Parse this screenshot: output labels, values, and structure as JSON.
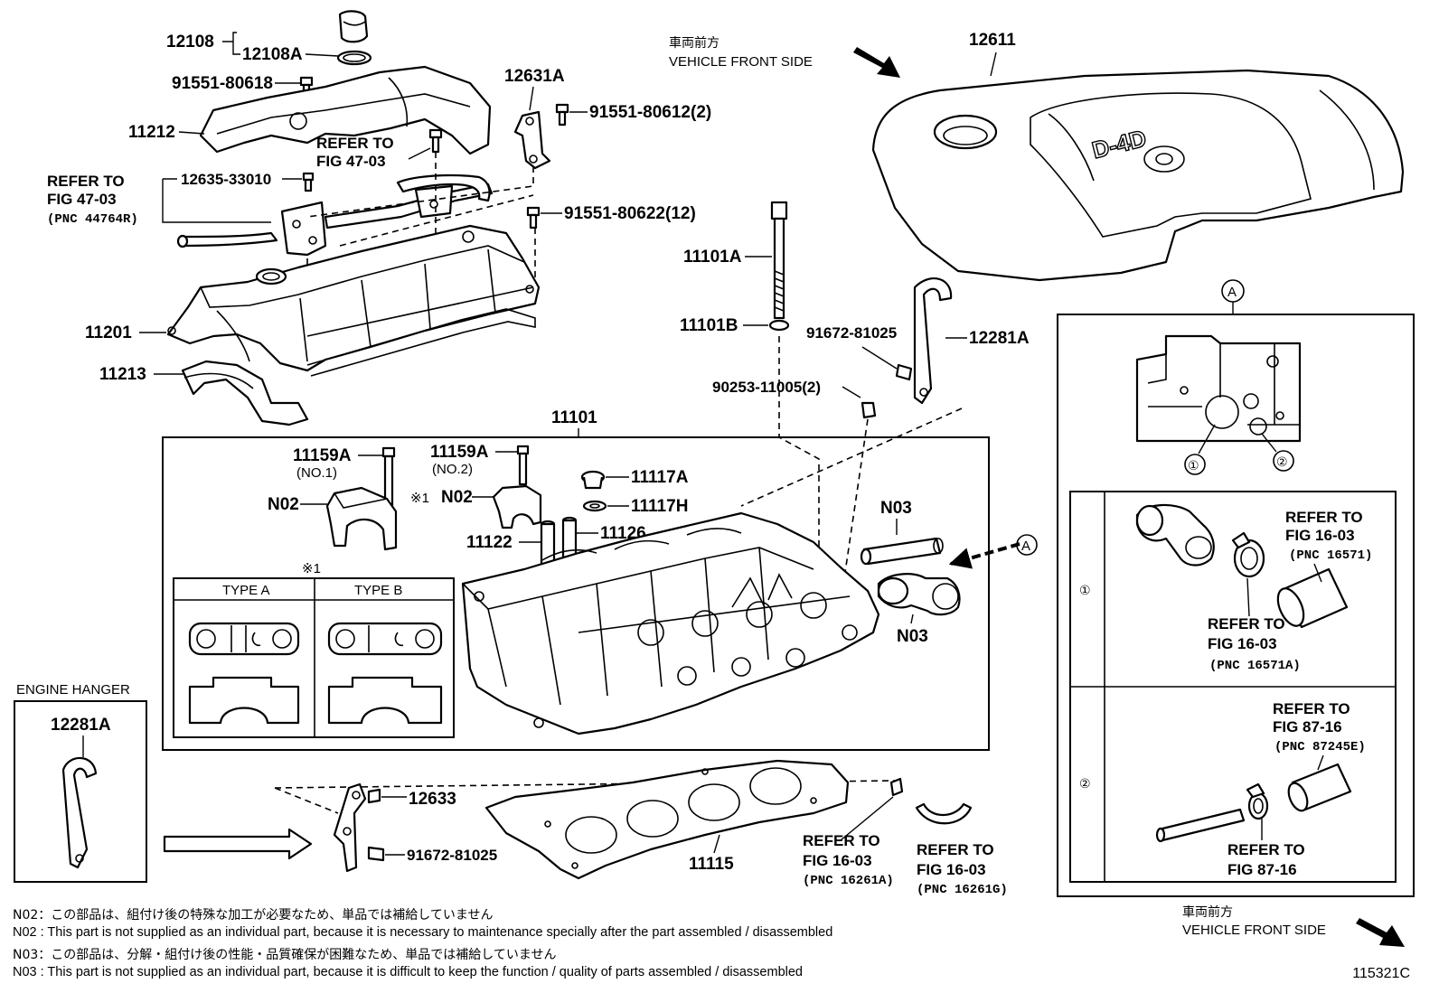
{
  "vehicle_front_top": {
    "jp": "車両前方",
    "en": "VEHICLE FRONT SIDE"
  },
  "vehicle_front_bottom": {
    "jp": "車両前方",
    "en": "VEHICLE FRONT SIDE"
  },
  "cover_logo": "D-4D",
  "parts": {
    "p12108": "12108",
    "p12108A": "12108A",
    "p91551_80618": "91551-80618",
    "p12631A": "12631A",
    "p91551_80612": "91551-80612(2)",
    "p11212": "11212",
    "refer_4703_a_1": "REFER TO",
    "refer_4703_a_2": "FIG 47-03",
    "refer_4703_b_1": "REFER TO",
    "refer_4703_b_2": "FIG 47-03",
    "refer_4703_b_3": "(PNC 44764R)",
    "p12635_33010": "12635-33010",
    "p91551_80622": "91551-80622(12)",
    "p11201": "11201",
    "p11213": "11213",
    "p12611": "12611",
    "p11101A": "11101A",
    "p11101B": "11101B",
    "p91672_81025_top": "91672-81025",
    "p12281A_top": "12281A",
    "p90253_11005": "90253-11005(2)",
    "p11101": "11101",
    "p11159A_1": "11159A",
    "no1": "(NO.1)",
    "p11159A_2": "11159A",
    "no2": "(NO.2)",
    "p11117A": "11117A",
    "p11117H": "11117H",
    "n02_a": "N02",
    "n02_b": "N02",
    "note_mark": "※1",
    "note_mark_b": "※1",
    "p11122": "11122",
    "p11126": "11126",
    "n03_a": "N03",
    "n03_b": "N03",
    "callout_a": "A",
    "callout_a_inset": "A",
    "type_a": "TYPE A",
    "type_b": "TYPE B",
    "engine_hanger": "ENGINE HANGER",
    "p12281A_hanger": "12281A",
    "p12633": "12633",
    "p91672_81025_bottom": "91672-81025",
    "p11115": "11115",
    "refer_1603_g_1": "REFER TO",
    "refer_1603_g_2": "FIG 16-03",
    "refer_1603_g_3": "(PNC 16261A)",
    "refer_1603_h_1": "REFER TO",
    "refer_1603_h_2": "FIG 16-03",
    "refer_1603_h_3": "(PNC 16261G)",
    "circ1": "①",
    "circ2": "②",
    "circ1_row": "①",
    "circ2_row": "②",
    "refer_16571_1": "REFER TO",
    "refer_16571_2": "FIG 16-03",
    "refer_16571_3": "(PNC 16571)",
    "refer_16571A_1": "REFER TO",
    "refer_16571A_2": "FIG 16-03",
    "refer_16571A_3": "(PNC 16571A)",
    "refer_87245E_1": "REFER TO",
    "refer_87245E_2": "FIG 87-16",
    "refer_87245E_3": "(PNC 87245E)",
    "refer_8716_1": "REFER TO",
    "refer_8716_2": "FIG 87-16"
  },
  "notes": [
    "N02：この部品は、組付け後の特殊な加工が必要なため、単品では補給していません",
    "N02 : This part is not supplied as an individual part, because it is necessary to maintenance specially after the part assembled / disassembled",
    "N03：この部品は、分解・組付け後の性能・品質確保が困難なため、単品では補給していません",
    "N03 : This part is not supplied as an individual part, because it is difficult to keep the function / quality of parts  assembled / disassembled"
  ],
  "figure_id": "115321C"
}
